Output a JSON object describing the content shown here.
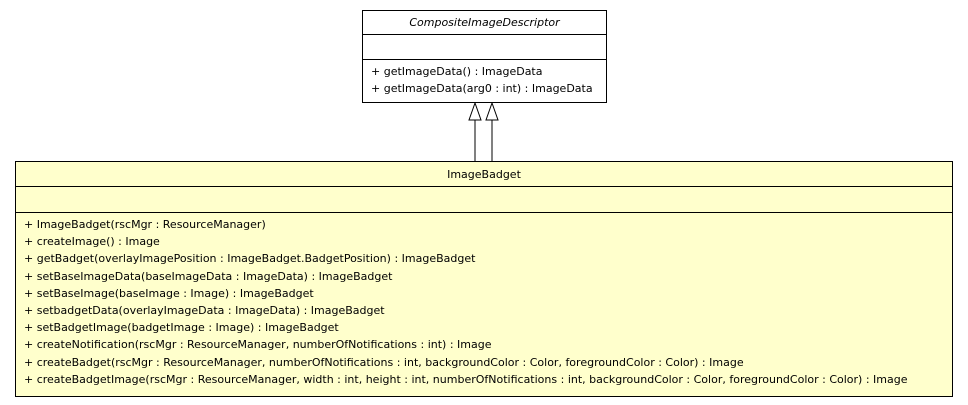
{
  "diagram": {
    "parent_class": {
      "name": "CompositeImageDescriptor",
      "attributes": [],
      "operations": [
        "+ getImageData() : ImageData",
        "+ getImageData(arg0 : int) : ImageData"
      ]
    },
    "child_class": {
      "name": "ImageBadget",
      "attributes": [],
      "operations": [
        "+ ImageBadget(rscMgr : ResourceManager)",
        "+ createImage() : Image",
        "+ getBadget(overlayImagePosition : ImageBadget.BadgetPosition) : ImageBadget",
        "+ setBaseImageData(baseImageData : ImageData) : ImageBadget",
        "+ setBaseImage(baseImage : Image) : ImageBadget",
        "+ setbadgetData(overlayImageData : ImageData) : ImageBadget",
        "+ setBadgetImage(badgetImage : Image) : ImageBadget",
        "+ createNotification(rscMgr : ResourceManager, numberOfNotifications : int) : Image",
        "+ createBadget(rscMgr : ResourceManager, numberOfNotifications : int, backgroundColor : Color, foregroundColor : Color) : Image",
        "+ createBadgetImage(rscMgr : ResourceManager, width : int, height : int, numberOfNotifications : int, backgroundColor : Color, foregroundColor : Color) : Image"
      ]
    },
    "relationships": [
      {
        "type": "generalization",
        "from": "ImageBadget",
        "to": "CompositeImageDescriptor"
      },
      {
        "type": "generalization",
        "from": "ImageBadget",
        "to": "CompositeImageDescriptor"
      }
    ],
    "colors": {
      "parent_fill": "#ffffff",
      "child_fill": "#ffffcc",
      "stroke": "#000000"
    }
  }
}
